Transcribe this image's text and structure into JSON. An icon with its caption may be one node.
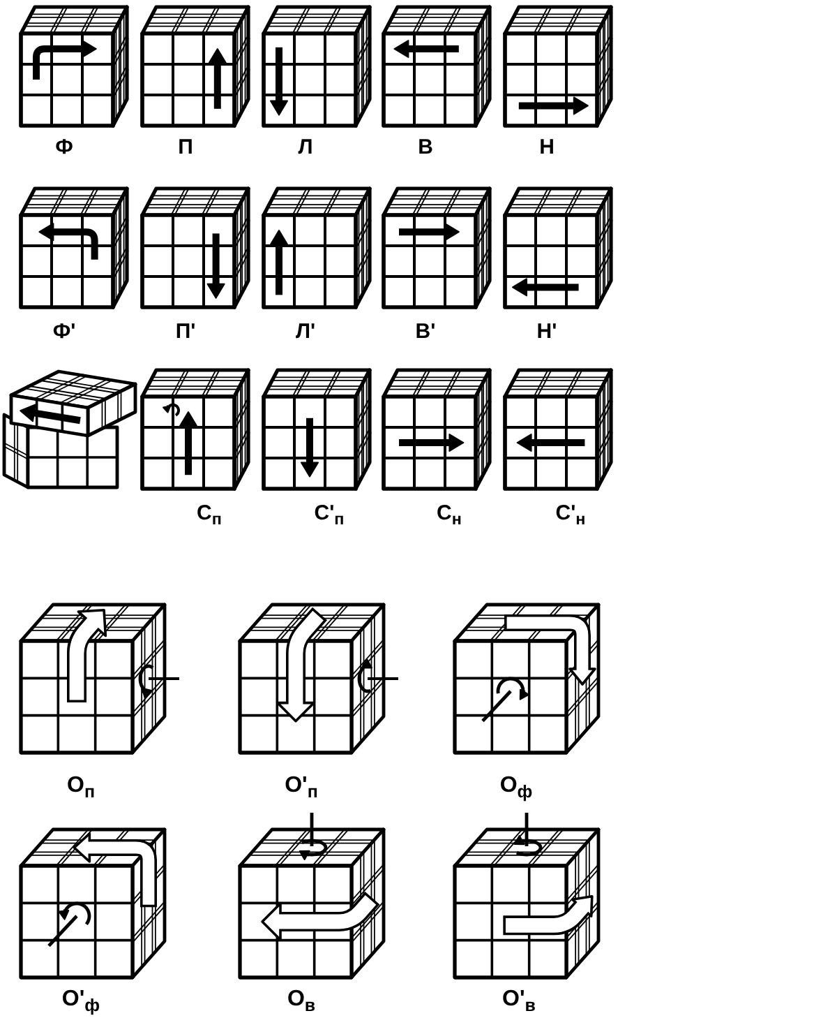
{
  "diagram": {
    "labels": [
      "Ф",
      "П",
      "Л",
      "В",
      "Н",
      "Ф'",
      "П'",
      "Л'",
      "В'",
      "Н'",
      "С$_{п}$",
      "С'$_{п}$",
      "С$_{н}$",
      "С'$_{н}$",
      "О$_{п}$",
      "О'$_{п}$",
      "О$_{ф}$",
      "О'$_{ф}$",
      "О$_{в}$",
      "О'$_{в}$"
    ]
  }
}
